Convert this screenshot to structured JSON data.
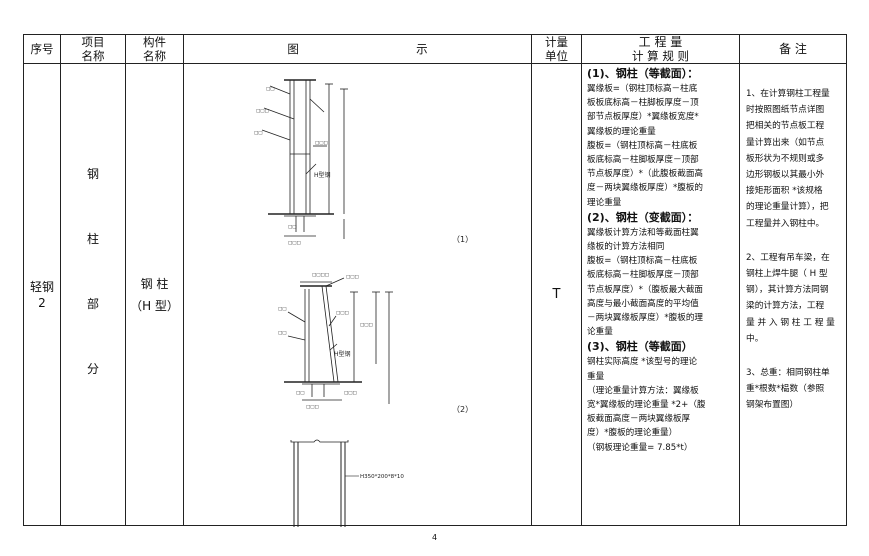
{
  "headers": {
    "seq": "序号",
    "item_line1": "项目",
    "item_line2": "名称",
    "comp_line1": "构件",
    "comp_line2": "名称",
    "figure_a": "图",
    "figure_b": "示",
    "unit_line1": "计量",
    "unit_line2": "单位",
    "rules_line1": "工 程 量",
    "rules_line2": "计 算 规 则",
    "notes": "备   注"
  },
  "row": {
    "seq_line1": "轻钢",
    "seq_line2": "2",
    "item_chars": [
      "钢",
      "柱",
      "部",
      "分"
    ],
    "component_line1": "钢 柱",
    "component_line2": "（H 型）",
    "unit": "T"
  },
  "figures": {
    "fig1_label": "（1）",
    "fig2_label": "（2）",
    "fig1_h_label": "H型钢",
    "fig2_h_label": "H型钢",
    "fig3_spec": "H350*200*8*10"
  },
  "rules": {
    "s1_title": "(1)、钢柱（等截面）：",
    "s1_lines": [
      "翼缘板=（钢柱顶标高－柱底",
      "板板底标高－柱脚板厚度－顶",
      "部节点板厚度）*翼缘板宽度*",
      "翼缘板的理论重量",
      "腹板=（钢柱顶标高－柱底板",
      "板底标高－柱脚板厚度－顶部",
      "节点板厚度）*（此腹板截面高",
      "度－两块翼缘板厚度）*腹板的",
      "理论重量"
    ],
    "s2_title": "(2)、钢柱（变截面）：",
    "s2_lines": [
      "翼缘板计算方法和等截面柱翼",
      "缘板的计算方法相同",
      "腹板=（钢柱顶标高－柱底板",
      "板底标高－柱脚板厚度－顶部",
      "节点板厚度）*（腹板最大截面",
      "高度与最小截面高度的平均值",
      "－两块翼缘板厚度）*腹板的理",
      "论重量"
    ],
    "s3_title": "(3)、钢柱（等截面）",
    "s3_lines": [
      "钢柱实际高度 *该型号的理论",
      "重量",
      "（理论重量计算方法：翼缘板",
      "宽*翼缘板的理论重量 *2+（腹",
      "板截面高度－两块翼缘板厚",
      "度）*腹板的理论重量）",
      "（钢板理论重量= 7.85*t）"
    ]
  },
  "notes": {
    "n1_lines": [
      "1、在计算钢柱工程量",
      "时按照图纸节点详图",
      "把相关的节点板工程",
      "量计算出来（如节点",
      "板形状为不规则或多",
      "边形钢板以其最小外",
      "接矩形面积 *该规格",
      "的理论重量计算），把",
      "工程量并入钢柱中。"
    ],
    "n2_lines": [
      "2、工程有吊车梁，在",
      "钢柱上焊牛腿（ H 型",
      "钢），其计算方法同钢",
      "梁的计算方法，工程",
      "量 并 入 钢 柱 工 程 量",
      "中。"
    ],
    "n3_lines": [
      "3、总重：相同钢柱单",
      "重*根数*榀数（参照",
      "钢架布置图）"
    ]
  },
  "page_number": "4"
}
